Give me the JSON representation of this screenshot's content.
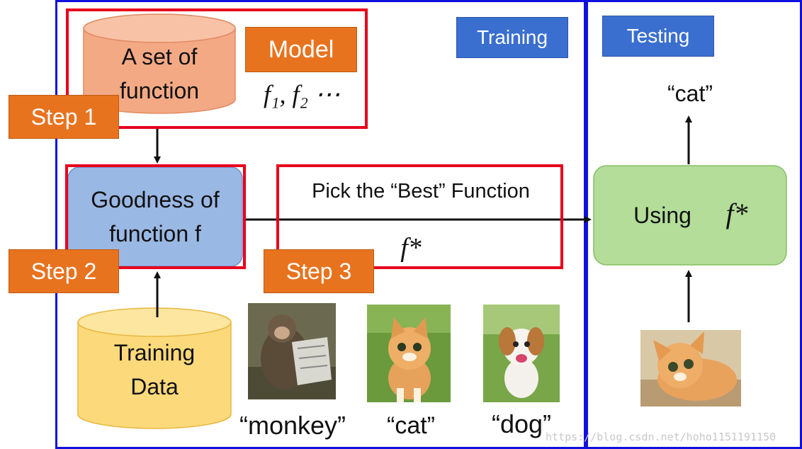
{
  "model": {
    "cylinder_text": [
      "A set of",
      "function"
    ],
    "tag": "Model",
    "functions": "f₁, f₂ ⋯"
  },
  "steps": {
    "step1": "Step 1",
    "step2": "Step 2",
    "step3": "Step 3"
  },
  "goodness": [
    "Goodness of",
    "function f"
  ],
  "pick": {
    "label": "Pick the “Best” Function",
    "symbol": "f*"
  },
  "training_data": [
    "Training",
    "Data"
  ],
  "examples": [
    {
      "label": "“monkey”",
      "icon": "monkey-photo"
    },
    {
      "label": "“cat”",
      "icon": "kitten-photo"
    },
    {
      "label": "“dog”",
      "icon": "puppy-photo"
    }
  ],
  "sections": {
    "training": "Training",
    "testing": "Testing"
  },
  "testing": {
    "using": "Using",
    "symbol": "f*",
    "output": "“cat”"
  },
  "watermark": "https://blog.csdn.net/hoho1151191150",
  "colors": {
    "frame_blue": "#1010e0",
    "red_box": "#e8001c",
    "step_orange": "#e8731f",
    "model_cylinder": "#f4a985",
    "data_cylinder": "#fcd97a",
    "goodness_box": "#9ab8e4",
    "using_box": "#b3dd98",
    "section_tag_blue": "#3a6fd0"
  }
}
